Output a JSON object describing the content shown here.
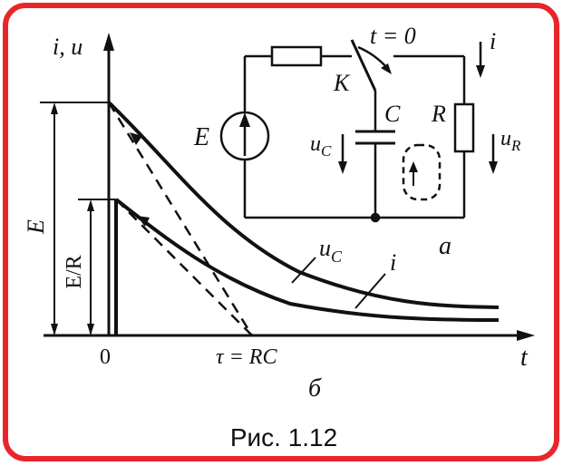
{
  "graph": {
    "y_axis_label": "i, u",
    "x_axis_label": "t",
    "origin_label": "0",
    "tau_label": "τ = RC",
    "panel_label": "б",
    "e_dim_label": "E",
    "er_dim_label": "E/R",
    "curve_uc_label": "u",
    "curve_uc_sub": "C",
    "curve_i_label": "i"
  },
  "circuit": {
    "switch_time_label": "t = 0",
    "switch_label": "K",
    "capacitor_label": "C",
    "resistor_label": "R",
    "source_label": "E",
    "uc_label": "u",
    "uc_sub": "C",
    "ur_label": "u",
    "ur_sub": "R",
    "current_label": "i",
    "panel_label": "а"
  },
  "caption": "Рис. 1.12",
  "colors": {
    "frame": "#e8262a",
    "ink": "#111111"
  }
}
